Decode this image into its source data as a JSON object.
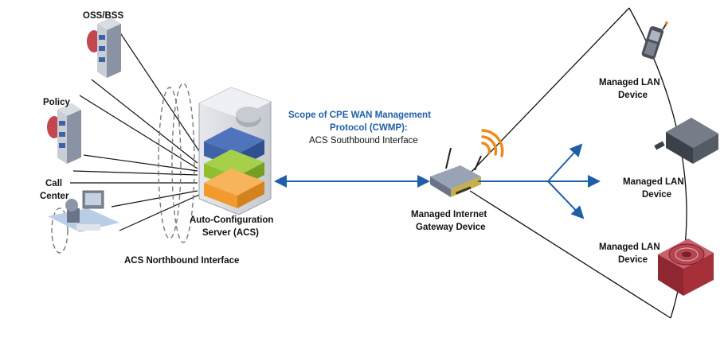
{
  "labels": {
    "oss_bss": "OSS/BSS",
    "policy": "Policy",
    "call_center_line1": "Call",
    "call_center_line2": "Center",
    "acs_line1": "Auto-Configuration",
    "acs_line2": "Server (ACS)",
    "northbound": "ACS Northbound Interface",
    "scope_line1": "Scope of CPE WAN Management",
    "scope_line2": "Protocol (CWMP):",
    "southbound": "ACS Southbound Interface",
    "gateway_line1": "Managed Internet",
    "gateway_line2": "Gateway Device",
    "lan_top_line1": "Managed LAN",
    "lan_top_line2": "Device",
    "lan_mid_line1": "Managed LAN",
    "lan_mid_line2": "Device",
    "lan_bot_line1": "Managed LAN",
    "lan_bot_line2": "Device"
  },
  "icons": {
    "oss_bss": "server-rack-icon",
    "policy": "server-rack-icon",
    "call_center": "call-center-workstation-icon",
    "acs": "acs-server-stack-icon",
    "gateway": "wireless-router-icon",
    "wifi": "wifi-signal-icon",
    "phone": "mobile-phone-icon",
    "set_top_box": "set-top-box-icon",
    "speaker": "speaker-device-icon"
  },
  "colors": {
    "link_blue": "#1f5fa8",
    "wifi_orange": "#f08a1c",
    "layer_blue": "#3e62a8",
    "layer_green": "#8fbf2e",
    "layer_orange": "#f29a2e",
    "server_red": "#c2474f",
    "speaker_red": "#a5303a"
  }
}
